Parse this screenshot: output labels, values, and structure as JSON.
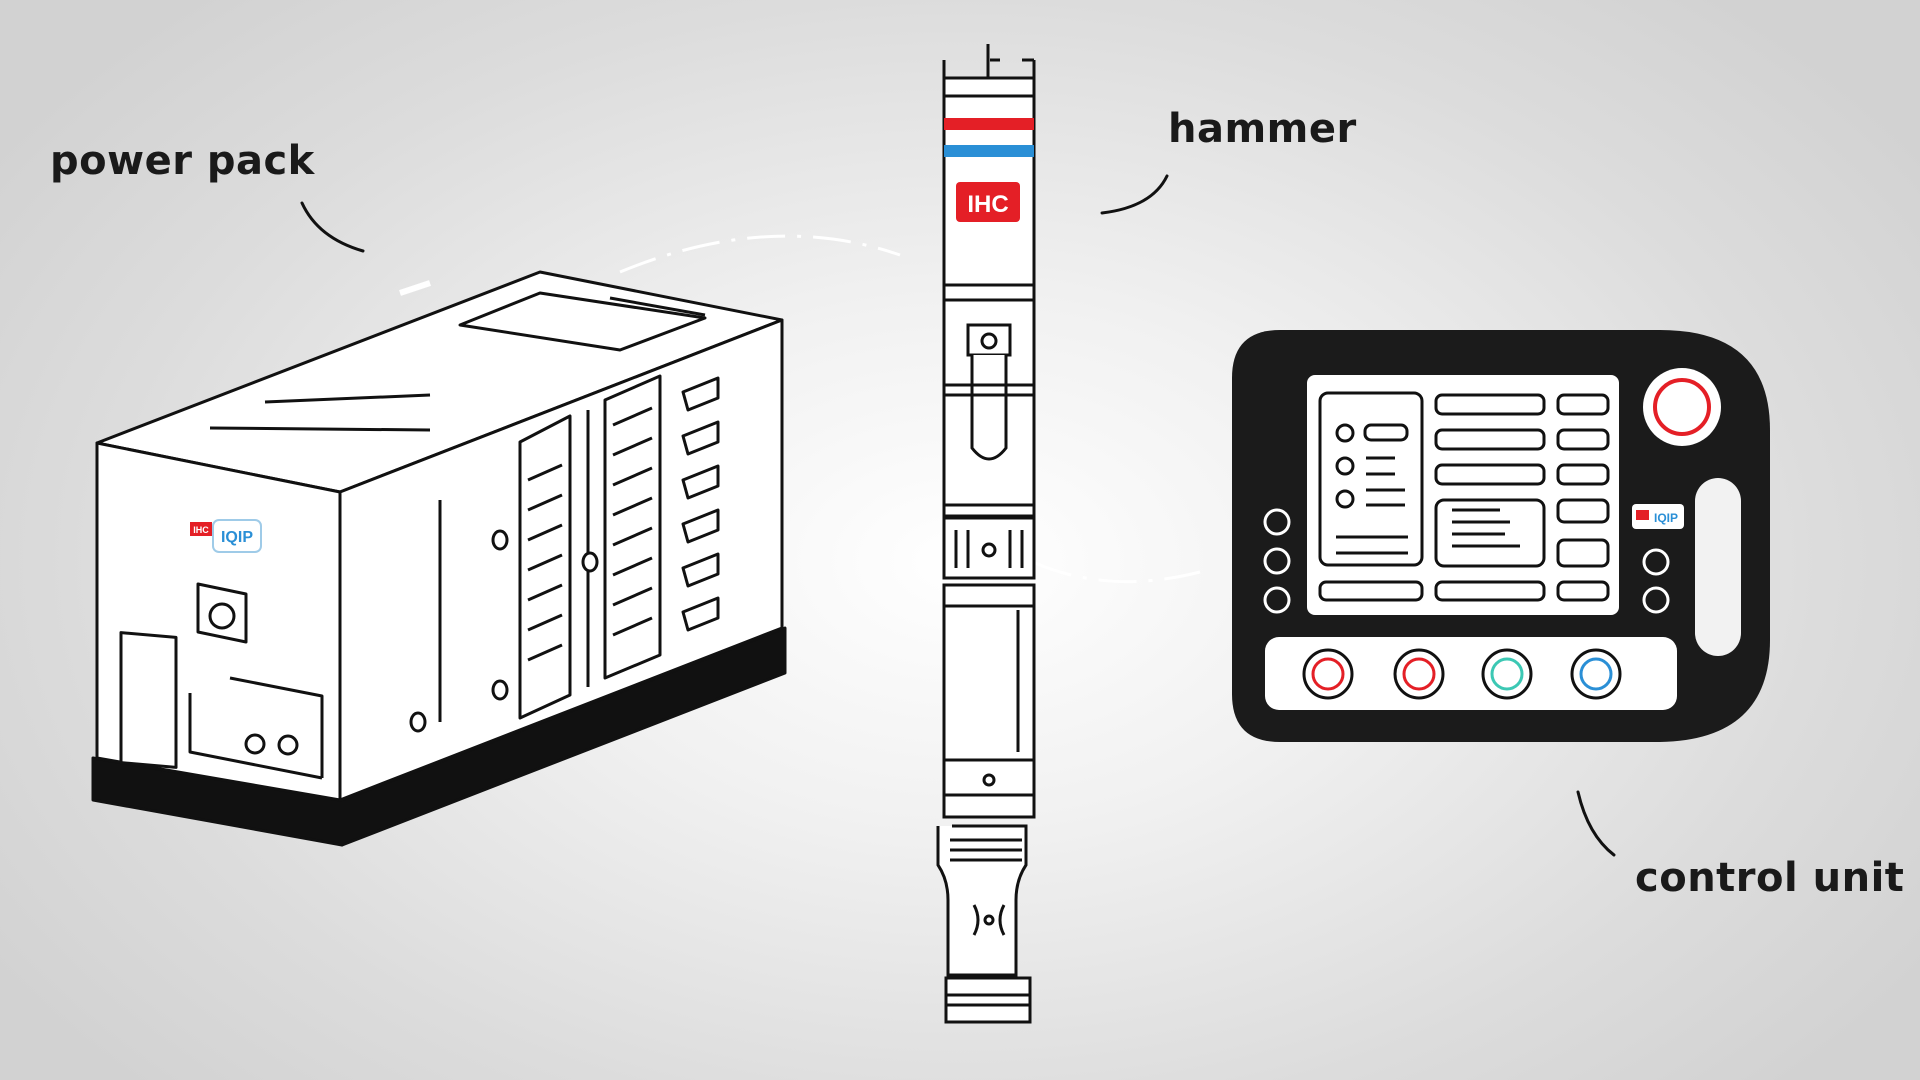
{
  "labels": {
    "power_pack": "power pack",
    "hammer": "hammer",
    "control_unit": "control unit"
  },
  "logos": {
    "ihc": "IHC",
    "iqip": "IQIP",
    "ihc_small": "IHC"
  },
  "colors": {
    "ihc_red": "#e41f26",
    "iqip_blue": "#2a8fd6",
    "stripe_red": "#e41f26",
    "stripe_blue": "#2a8fd6",
    "button_teal": "#3cc8b4",
    "outline": "#111111",
    "control_body": "#1b1b1b"
  },
  "control_unit": {
    "bottom_buttons": [
      {
        "name": "red-button-1",
        "color": "#e41f26"
      },
      {
        "name": "red-button-2",
        "color": "#e41f26"
      },
      {
        "name": "teal-button",
        "color": "#3cc8b4"
      },
      {
        "name": "blue-button",
        "color": "#2a8fd6"
      }
    ],
    "emergency_stop_color": "#e41f26"
  }
}
